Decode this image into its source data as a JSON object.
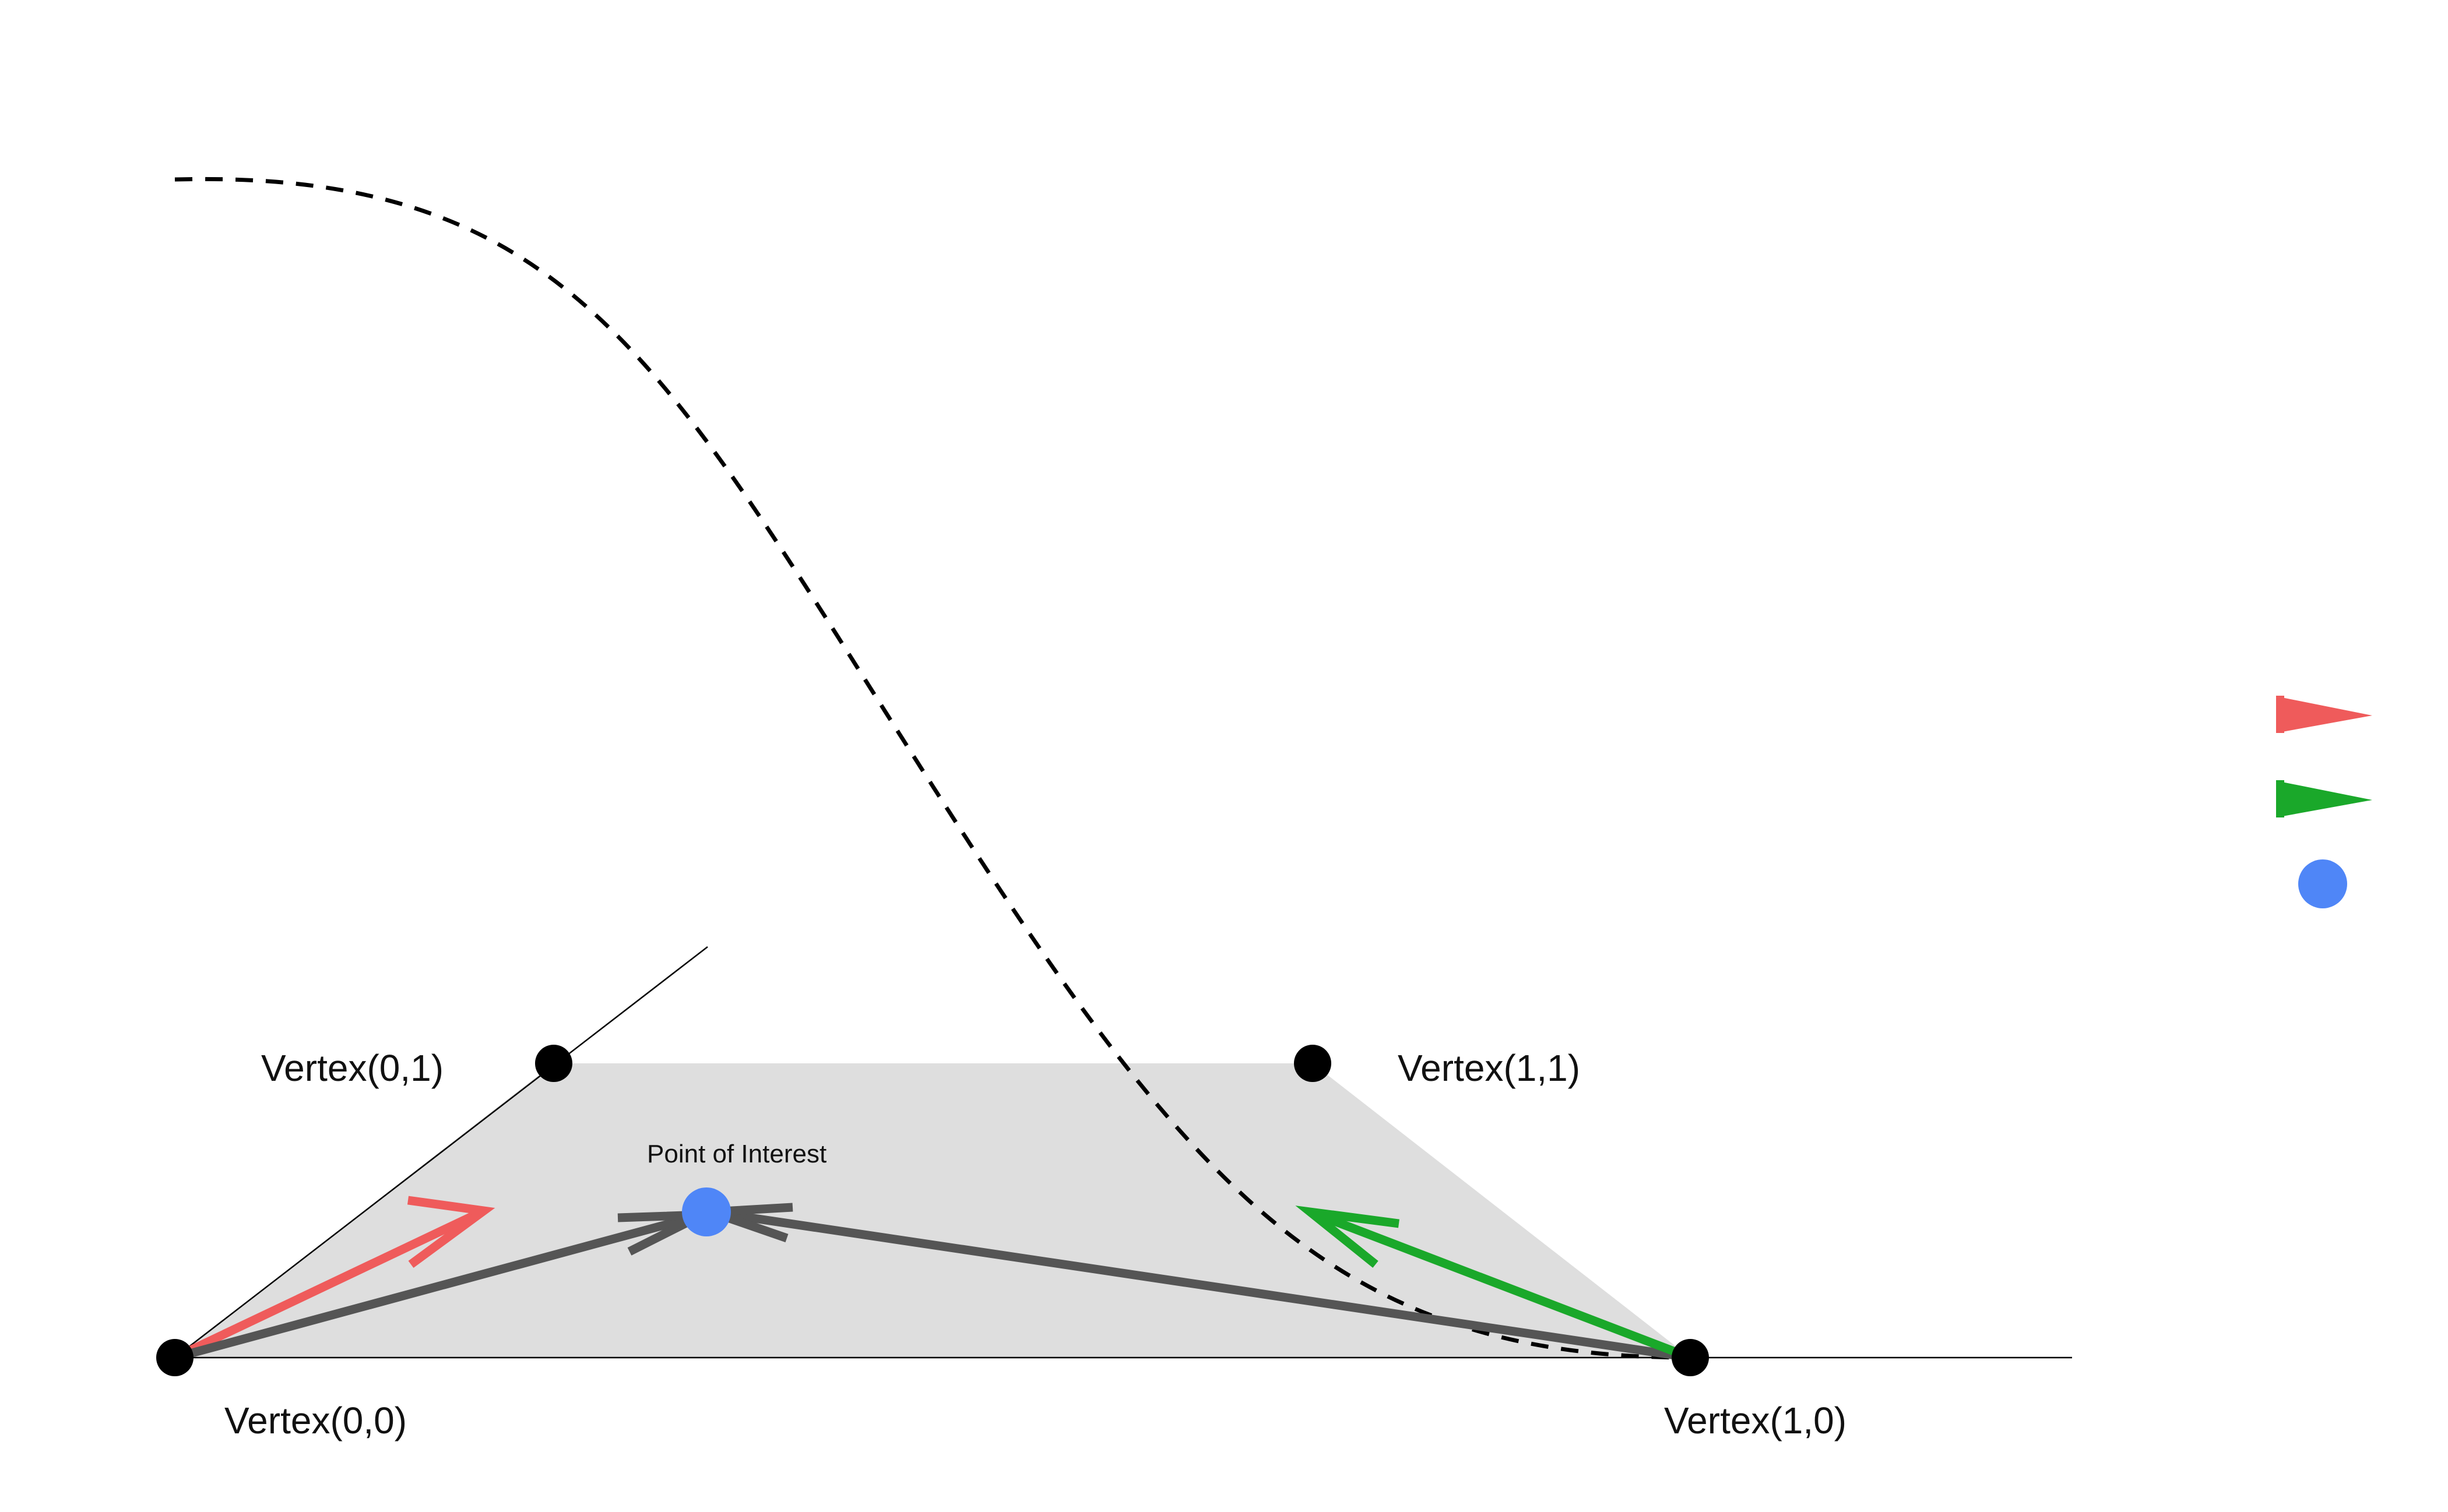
{
  "diagram": {
    "vertices": [
      {
        "id": "v00",
        "label": "Vertex(0,0)"
      },
      {
        "id": "v01",
        "label": "Vertex(0,1)"
      },
      {
        "id": "v11",
        "label": "Vertex(1,1)"
      },
      {
        "id": "v10",
        "label": "Vertex(1,0)"
      }
    ],
    "point_of_interest": {
      "label": "Point of Interest"
    },
    "colors": {
      "quad_fill": "#dedede",
      "vertex": "#000000",
      "point_of_interest": "#4f86f7",
      "vector_to_point": "#555555",
      "edge_vector_u": "#ef5b5b",
      "edge_vector_v": "#1aa82a",
      "curve": "#000000"
    },
    "legend": {
      "items": [
        {
          "icon": "red-arrowhead-icon",
          "label": ""
        },
        {
          "icon": "green-arrowhead-icon",
          "label": ""
        },
        {
          "icon": "blue-dot-icon",
          "label": ""
        }
      ]
    }
  }
}
